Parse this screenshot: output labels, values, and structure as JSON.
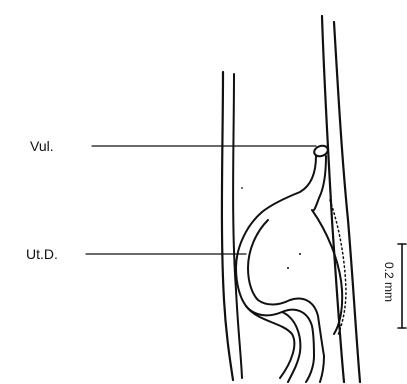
{
  "labels": {
    "vulva": "Vul.",
    "uterine_duct": "Ut.D.",
    "scale_bar": "0.2 mm"
  },
  "colors": {
    "ink": "#111111",
    "background": "#ffffff"
  }
}
